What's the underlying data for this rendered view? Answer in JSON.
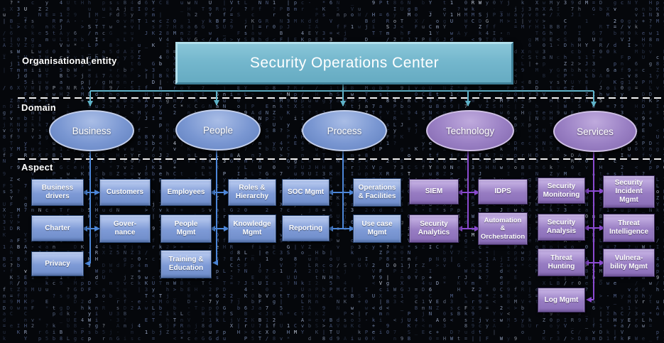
{
  "title": "Security Operations Center",
  "labels": {
    "organisational_entity": "Organisational entity",
    "domain": "Domain",
    "aspect": "Aspect"
  },
  "domains": {
    "business": "Business",
    "people": "People",
    "process": "Process",
    "technology": "Technology",
    "services": "Services"
  },
  "aspects": {
    "business": {
      "drivers": "Business\ndrivers",
      "customers": "Customers",
      "charter": "Charter",
      "governance": "Gover-\nnance",
      "privacy": "Privacy"
    },
    "people": {
      "employees": "Employees",
      "people_mgmt": "People\nMgmt",
      "training_education": "Training &\nEducation",
      "roles_hierarchy": "Roles &\nHierarchy",
      "knowledge_mgmt": "Knowledge\nMgmt"
    },
    "process": {
      "soc_mgmt": "SOC Mgmt",
      "reporting": "Reporting",
      "operations_facilities": "Operations\n& Facilities",
      "use_case_mgmt": "Use case\nMgmt"
    },
    "technology": {
      "siem": "SIEM",
      "security_analytics": "Security\nAnalytics",
      "idps": "IDPS",
      "automation_orchestration": "Automation\n&\nOrchestration"
    },
    "services": {
      "security_monitoring": "Security\nMonitoring",
      "security_analysis": "Security\nAnalysis",
      "threat_hunting": "Threat\nHunting",
      "log_mgmt": "Log Mgmt",
      "security_incident_mgmt": "Security\nIncident\nMgmt",
      "threat_intelligence": "Threat\nIntelligence",
      "vulnerability_mgmt": "Vulnera-\nbility Mgmt"
    }
  },
  "colors": {
    "title_box": "#74b7cd",
    "domain_blue": "#7a97d2",
    "domain_purple": "#9a80c4",
    "aspect_blue": "#7e9ad6",
    "aspect_purple": "#977cc2",
    "connector_teal": "#5fb3c9",
    "connector_blue": "#4c86d8",
    "connector_purple": "#8a4ad0",
    "dashed_line": "#f0f0f0",
    "text": "#ffffff"
  },
  "background": {
    "style": "matrix-code-rain",
    "base": "#05070b",
    "char_colors": [
      "#323e58",
      "#51618a",
      "#7487ad",
      "#9dabc9",
      "#cdd6e6"
    ]
  }
}
